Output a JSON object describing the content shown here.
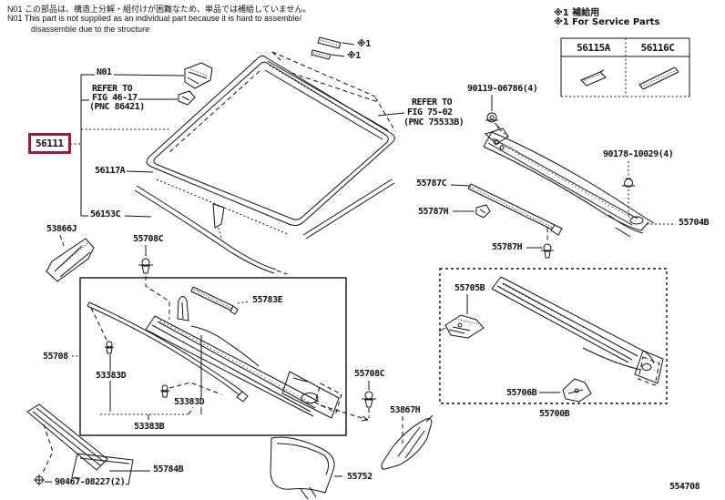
{
  "figure": {
    "number": "554708"
  },
  "colors": {
    "line": "#111111",
    "background": "#ffffff",
    "highlight": "#9e1b3c"
  },
  "notes": {
    "jp": "N01 この部品は、構造上分解・組付けが困難なため、単品では補給していません。",
    "en_line1": "N01 This part is not supplied as an individual part because it is hard to assemble/",
    "en_line2": "disassemble due to the structure"
  },
  "service_parts": {
    "title_jp": "※1 補給用",
    "title_en": "※1 For Service Parts",
    "columns": [
      "56115A",
      "56116C"
    ]
  },
  "highlighted_part": "56111",
  "callouts": {
    "n01": "N01",
    "refer_fig_46_17_line1": "REFER TO",
    "refer_fig_46_17_line2": "FIG 46-17",
    "refer_fig_46_17_line3": "(PNC 86421)",
    "windshield_glass": "56111",
    "molding_56117a": "56117A",
    "molding_56153c": "56153C",
    "panel_53866j": "53866J",
    "clip_55708c_top": "55708C",
    "service_mark_a": "※1",
    "service_mark_b": "※1",
    "refer_fig_75_02_line1": "REFER TO",
    "refer_fig_75_02_line2": "FIG 75-02",
    "refer_fig_75_02_line3": "(PNC 75533B)",
    "fastener_90119": "90119-06786(4)",
    "fastener_90178": "90178-10029(4)",
    "panel_55704b": "55704B",
    "seal_55787c": "55787C",
    "clip_55787h_a": "55787H",
    "clip_55787h_b": "55787H",
    "seal_55783e": "55783E",
    "louver_55708": "55708",
    "clip_53383d_a": "53383D",
    "clip_53383d_b": "53383D",
    "seal_53383b": "53383B",
    "seal_55784b": "55784B",
    "screw_90467": "90467-08227(2)",
    "panel_55752": "55752",
    "panel_53867h": "53867H",
    "clip_55708c_bottom": "55708C",
    "bracket_55705b": "55705B",
    "bracket_55706b": "55706B",
    "cowl_assy_55700b": "55700B"
  }
}
